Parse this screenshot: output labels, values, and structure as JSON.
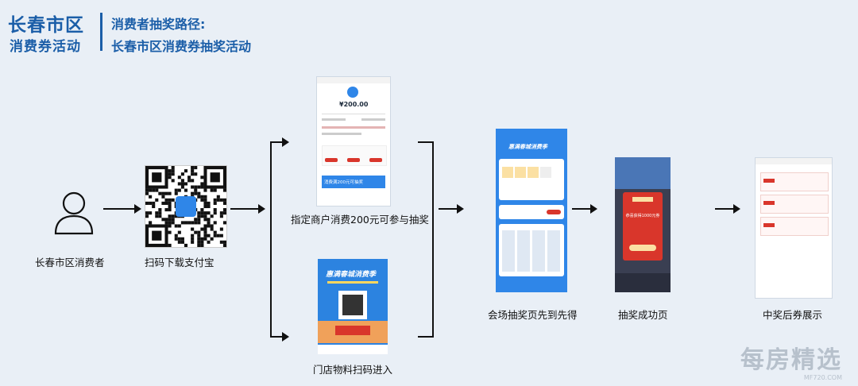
{
  "header": {
    "brand_line1": "长春市区",
    "brand_line2": "消费券活动",
    "subtitle_line1": "消费者抽奖路径:",
    "subtitle_line2": "长春市区消费券抽奖活动"
  },
  "nodes": {
    "consumer": "长春市区消费者",
    "scan": "扫码下载支付宝",
    "merchant": "指定商户消费200元可参与抽奖",
    "store": "门店物料扫码进入",
    "venue": "会场抽奖页先到先得",
    "success": "抽奖成功页",
    "after": "中奖后券展示"
  },
  "screens": {
    "pay_amount": "¥200.00",
    "banner_text": "消费满200元可抽奖",
    "poster_title": "惠满春城消费季",
    "success_amount": "恭喜获得1000元券",
    "venue_title": "惠满春城消费季"
  },
  "watermark": {
    "main": "每房精选",
    "sub": "MF720.COM"
  },
  "colors": {
    "brand": "#1b5ea8",
    "alipay": "#2f86e8",
    "red": "#d9362b"
  }
}
